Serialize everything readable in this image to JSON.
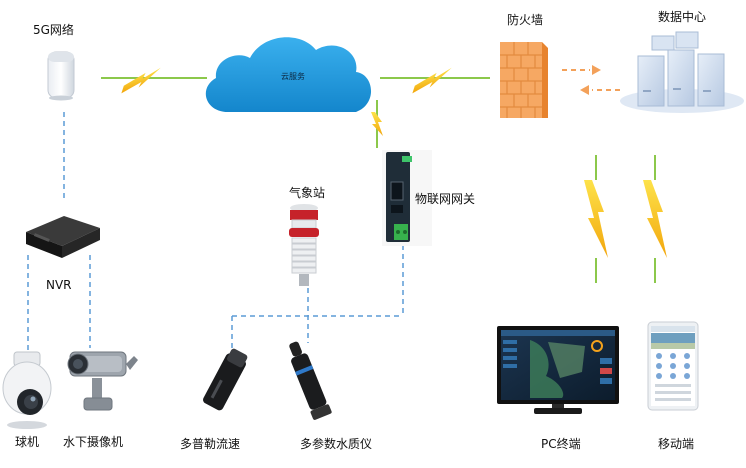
{
  "labels": {
    "router": "5G网络",
    "cloud": "云服务",
    "firewall": "防火墙",
    "datacenter": "数据中心",
    "gateway": "物联网网关",
    "weather": "气象站",
    "nvr": "NVR",
    "dome_camera": "球机",
    "underwater_camera": "水下摄像机",
    "doppler": "多普勒流速",
    "water_quality": "多参数水质仪",
    "pc": "PC终端",
    "mobile": "移动端"
  },
  "colors": {
    "wire_green": "#8cc84b",
    "bolt_yellow": "#f7c81e",
    "bolt_orange": "#f0a810",
    "dashed_blue": "#5b9bd5",
    "cloud_blue": "#1f9be0",
    "firewall_orange": "#f3a05a",
    "server_blue": "#c9d9ee"
  },
  "icons": [
    "router-icon",
    "cloud-icon",
    "firewall-icon",
    "server-icon",
    "gateway-icon",
    "weather-station-icon",
    "nvr-icon",
    "dome-camera-icon",
    "underwater-camera-icon",
    "doppler-sensor-icon",
    "water-quality-probe-icon",
    "pc-monitor-icon",
    "mobile-phone-icon",
    "lightning-icon"
  ]
}
